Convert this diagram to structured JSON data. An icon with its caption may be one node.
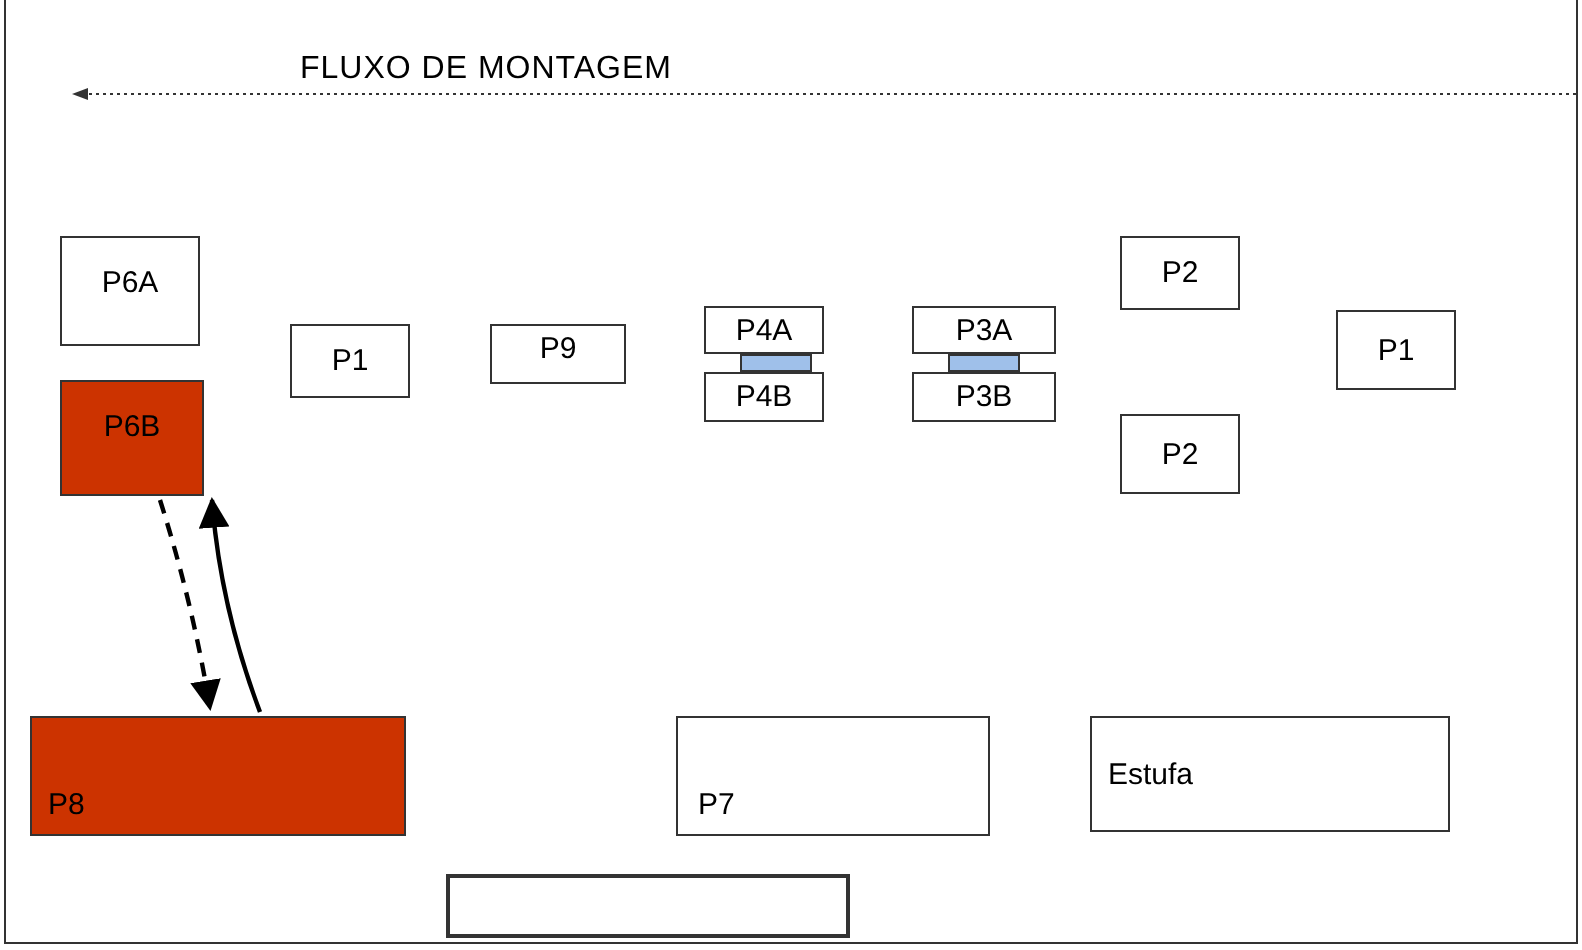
{
  "diagram": {
    "title": "FLUXO  DE MONTAGEM",
    "nodes": [
      {
        "text": [
          "P6A"
        ]
      },
      {
        "text": [
          "P2"
        ]
      },
      {
        "text": [
          "P1"
        ]
      },
      {
        "text": [
          "P9"
        ]
      },
      {
        "text": [
          "P4A"
        ]
      },
      {
        "text": [],
        "shape": "bar"
      },
      {
        "text": [
          "P4B"
        ]
      },
      {
        "text": [
          "P3A"
        ]
      },
      {
        "text": [],
        "shape": "bar"
      },
      {
        "text": [
          "P3B"
        ]
      },
      {
        "text": [
          "P1"
        ]
      },
      {
        "text": [
          "P6B"
        ]
      },
      {
        "text": [
          "P2"
        ]
      },
      {
        "text": [
          "P8"
        ]
      },
      {
        "text": [
          "P7"
        ]
      },
      {
        "text": [
          "Estufa"
        ]
      },
      {
        "text": [],
        "shape": "box"
      }
    ],
    "edges": [
      {
        "from": 11,
        "to": 13,
        "arrow": "to",
        "style": "dashed"
      },
      {
        "from": 13,
        "to": 11,
        "arrow": "to"
      }
    ]
  }
}
